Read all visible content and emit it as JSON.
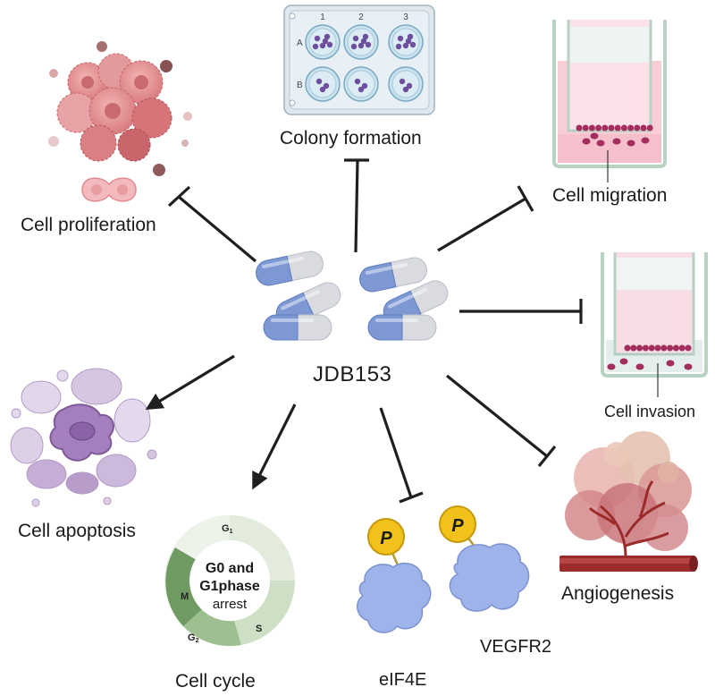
{
  "center_label": "JDB153",
  "effects": {
    "cell_proliferation": "Cell proliferation",
    "colony_formation": "Colony formation",
    "cell_migration": "Cell migration",
    "cell_invasion": "Cell invasion",
    "angiogenesis": "Angiogenesis",
    "vegfr2": "VEGFR2",
    "eif4e": "eIF4E",
    "cell_cycle": "Cell cycle",
    "cell_apoptosis": "Cell apoptosis"
  },
  "plate": {
    "columns": [
      "1",
      "2",
      "3"
    ],
    "rows": [
      "A",
      "B"
    ]
  },
  "phospho_label": "P",
  "cycle": {
    "phases": [
      "G1",
      "S",
      "G2",
      "M"
    ],
    "center_line1": "G0 and",
    "center_line2": "G1phase",
    "center_line3": "arrest"
  },
  "colors": {
    "inhibit_line": "#1f1f1f",
    "capsule_blue": "#7e98d4",
    "capsule_white": "#d9dbe0",
    "cell_pink": "#d9737e",
    "apoptosis_purple": "#a387b4",
    "protein_blue": "#9db3ea",
    "phospho_yellow": "#f2c21b",
    "cycle_green": "#6f9a62",
    "transwell_media": "#f4c5cf",
    "vessel_red": "#9c2b2b"
  }
}
